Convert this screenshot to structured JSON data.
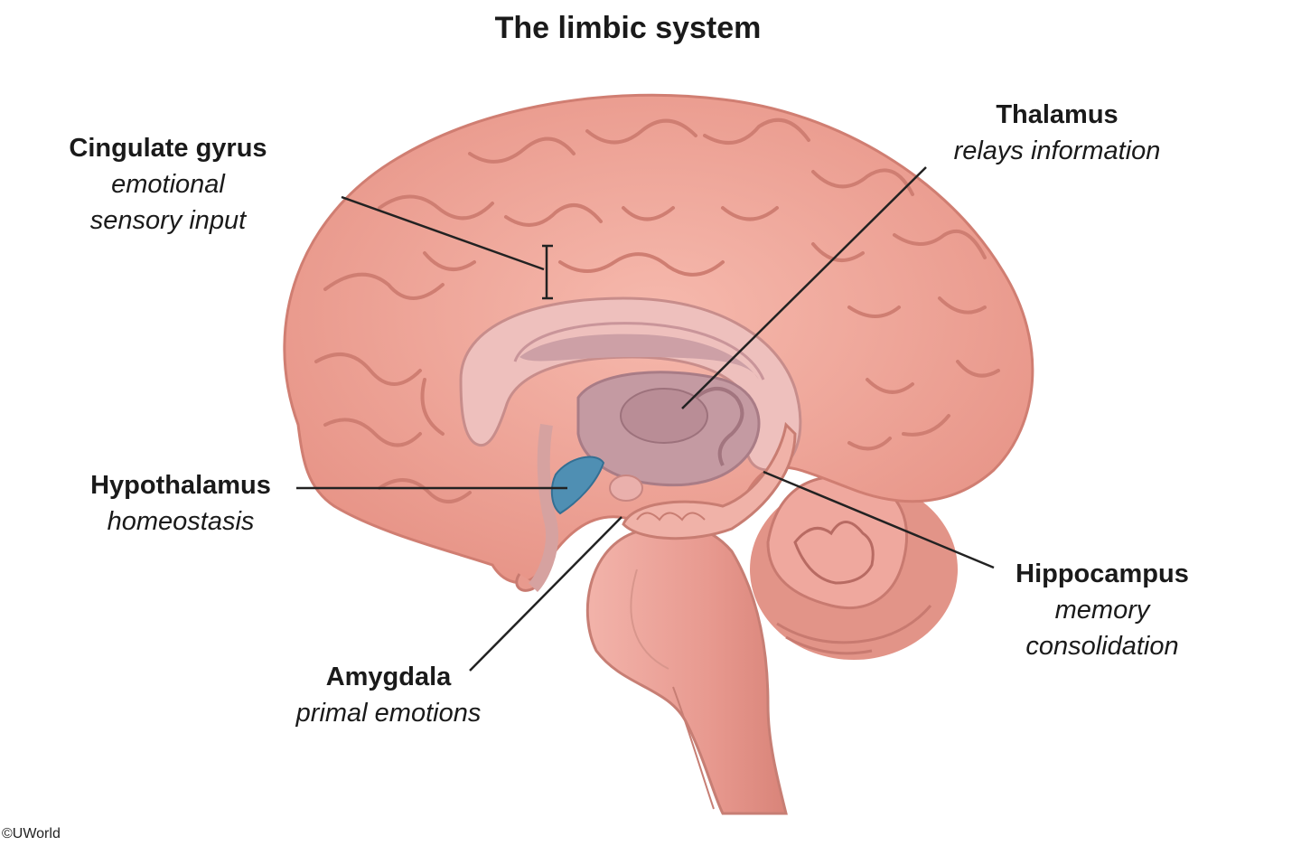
{
  "title": "The limbic system",
  "labels": {
    "cingulate": {
      "name": "Cingulate gyrus",
      "desc1": "emotional",
      "desc2": "sensory input"
    },
    "thalamus": {
      "name": "Thalamus",
      "desc1": "relays information"
    },
    "hypothalamus": {
      "name": "Hypothalamus",
      "desc1": "homeostasis"
    },
    "hippocampus": {
      "name": "Hippocampus",
      "desc1": "memory",
      "desc2": "consolidation"
    },
    "amygdala": {
      "name": "Amygdala",
      "desc1": "primal emotions"
    }
  },
  "copyright": "©UWorld",
  "colors": {
    "cortex": "#f2a99c",
    "cortex_shade": "#e08f83",
    "inner": "#e7b4b2",
    "ventricle": "#c99aa0",
    "hypothalamus": "#4f8fb3",
    "leader_line": "#222222"
  }
}
